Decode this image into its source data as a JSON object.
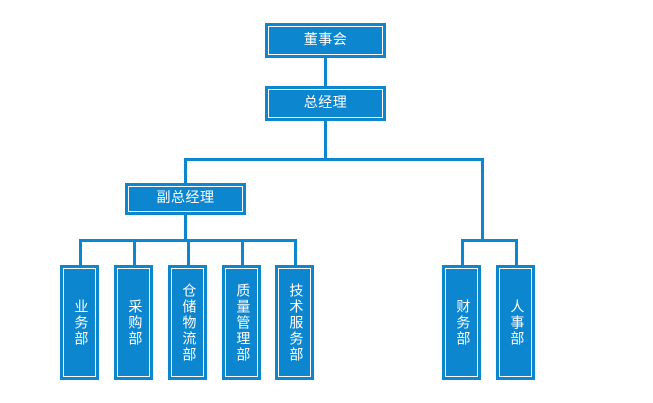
{
  "chart": {
    "type": "org-chart",
    "title": "",
    "accent_color": "#0D86D0",
    "text_color": "#FFFFFF",
    "background_color": "#FFFFFF",
    "nodes": {
      "board": {
        "label": "董事会",
        "level": 0
      },
      "gm": {
        "label": "总经理",
        "level": 1
      },
      "vgm": {
        "label": "副总经理",
        "level": 2
      },
      "dept1": {
        "label": "业务部",
        "level": 3
      },
      "dept2": {
        "label": "采购部",
        "level": 3
      },
      "dept3": {
        "label": "仓储物流部",
        "level": 3
      },
      "dept4": {
        "label": "质量管理部",
        "level": 3
      },
      "dept5": {
        "label": "技术服务部",
        "level": 3
      },
      "dept6": {
        "label": "财务部",
        "level": 3
      },
      "dept7": {
        "label": "人事部",
        "level": 3
      }
    },
    "edges": [
      {
        "from": "board",
        "to": "gm"
      },
      {
        "from": "gm",
        "to": "vgm"
      },
      {
        "from": "gm",
        "to": "dept6"
      },
      {
        "from": "gm",
        "to": "dept7"
      },
      {
        "from": "vgm",
        "to": "dept1"
      },
      {
        "from": "vgm",
        "to": "dept2"
      },
      {
        "from": "vgm",
        "to": "dept3"
      },
      {
        "from": "vgm",
        "to": "dept4"
      },
      {
        "from": "vgm",
        "to": "dept5"
      }
    ]
  }
}
